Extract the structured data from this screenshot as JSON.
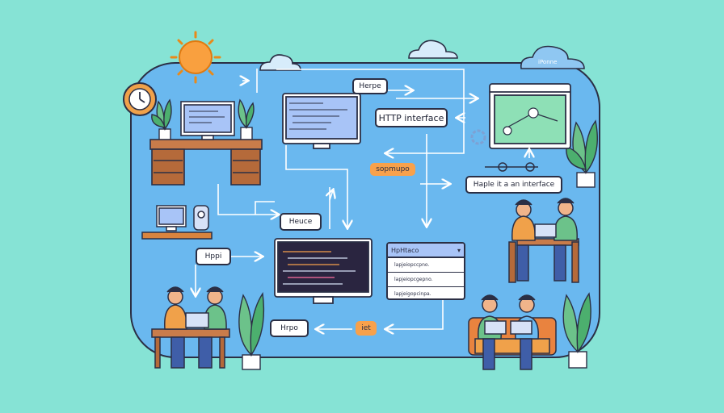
{
  "labels": {
    "herpe": "Herpe",
    "http_interface": "HTTP interface",
    "sopmupo": "sopmupo",
    "haple": "Haple it a an interface",
    "heuce": "Heuce",
    "hppi": "Hppi",
    "hrpo": "Hrpo",
    "iet": "iet",
    "cloud_right": "iPonne"
  },
  "list_panel": {
    "title": "HpHtaco",
    "rows": [
      "lapjeiopccpno.",
      "lapjeiopcgepno.",
      "lapjeigopcinpa."
    ]
  },
  "colors": {
    "background": "#86e3d5",
    "panel": "#6ab8ef",
    "outline": "#2b2f45",
    "accent_orange": "#f8a14b"
  }
}
